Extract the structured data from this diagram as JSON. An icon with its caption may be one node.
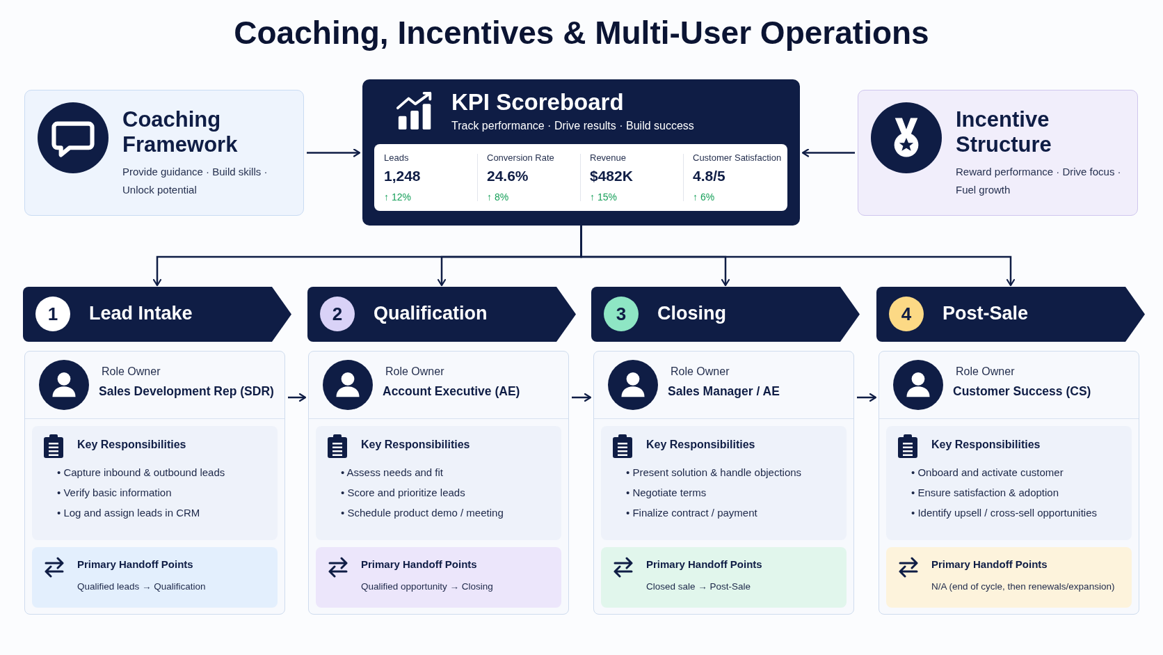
{
  "diagram": {
    "title": "Coaching, Incentives & Multi-User Operations",
    "nodes": [
      {
        "text": [
          "Coaching Framework",
          "Provide guidance · Build skills · Unlock potential"
        ]
      },
      {
        "text": [
          "KPI Scoreboard",
          "Track performance · Drive results · Build success"
        ]
      },
      {
        "text": [
          "Leads",
          "1,248",
          "↑ 12%"
        ],
        "in": 1
      },
      {
        "text": [
          "Conversion Rate",
          "24.6%",
          "↑ 8%"
        ],
        "in": 1
      },
      {
        "text": [
          "Revenue",
          "$482K",
          "↑ 15%"
        ],
        "in": 1
      },
      {
        "text": [
          "Customer Satisfaction",
          "4.8/5",
          "↑ 6%"
        ],
        "in": 1
      },
      {
        "text": [
          "Incentive Structure",
          "Reward performance · Drive focus · Fuel growth"
        ]
      },
      {
        "text": [
          "1",
          "Lead Intake"
        ]
      },
      {
        "text": [
          "2",
          "Qualification"
        ]
      },
      {
        "text": [
          "3",
          "Closing"
        ]
      },
      {
        "text": [
          "4",
          "Post-Sale"
        ]
      },
      {
        "text": [
          "Role Owner",
          "Sales Development Rep (SDR)"
        ]
      },
      {
        "text": [
          "Key Responsibilities",
          "• Capture inbound & outbound leads",
          "• Verify basic information",
          "• Log and assign leads in CRM"
        ],
        "in": 11
      },
      {
        "text": [
          "Primary Handoff Points",
          "Qualified leads → Qualification"
        ],
        "in": 11
      },
      {
        "text": [
          "Role Owner",
          "Account Executive (AE)"
        ]
      },
      {
        "text": [
          "Key Responsibilities",
          "• Assess needs and fit",
          "• Score and prioritize leads",
          "• Schedule product demo / meeting"
        ],
        "in": 14
      },
      {
        "text": [
          "Primary Handoff Points",
          "Qualified opportunity → Closing"
        ],
        "in": 14
      },
      {
        "text": [
          "Role Owner",
          "Sales Manager / AE"
        ]
      },
      {
        "text": [
          "Key Responsibilities",
          "• Present solution & handle objections",
          "• Negotiate terms",
          "• Finalize contract / payment"
        ],
        "in": 17
      },
      {
        "text": [
          "Primary Handoff Points",
          "Closed sale → Post-Sale"
        ],
        "in": 17
      },
      {
        "text": [
          "Role Owner",
          "Customer Success (CS)"
        ]
      },
      {
        "text": [
          "Key Responsibilities",
          "• Onboard and activate customer",
          "• Ensure satisfaction & adoption",
          "• Identify upsell / cross-sell opportunities"
        ],
        "in": 20
      },
      {
        "text": [
          "Primary Handoff Points",
          "N/A (end of cycle, then renewals/expansion)"
        ],
        "in": 20
      }
    ],
    "edges": [
      {
        "from": 0,
        "to": 1,
        "arrow": "to"
      },
      {
        "from": 6,
        "to": 1,
        "arrow": "to"
      },
      {
        "from": 1,
        "to": 7,
        "arrow": "to"
      },
      {
        "from": 1,
        "to": 8,
        "arrow": "to"
      },
      {
        "from": 1,
        "to": 9,
        "arrow": "to"
      },
      {
        "from": 1,
        "to": 10,
        "arrow": "to"
      },
      {
        "from": 11,
        "to": 14,
        "arrow": "to"
      },
      {
        "from": 14,
        "to": 17,
        "arrow": "to"
      },
      {
        "from": 17,
        "to": 20,
        "arrow": "to"
      }
    ]
  }
}
